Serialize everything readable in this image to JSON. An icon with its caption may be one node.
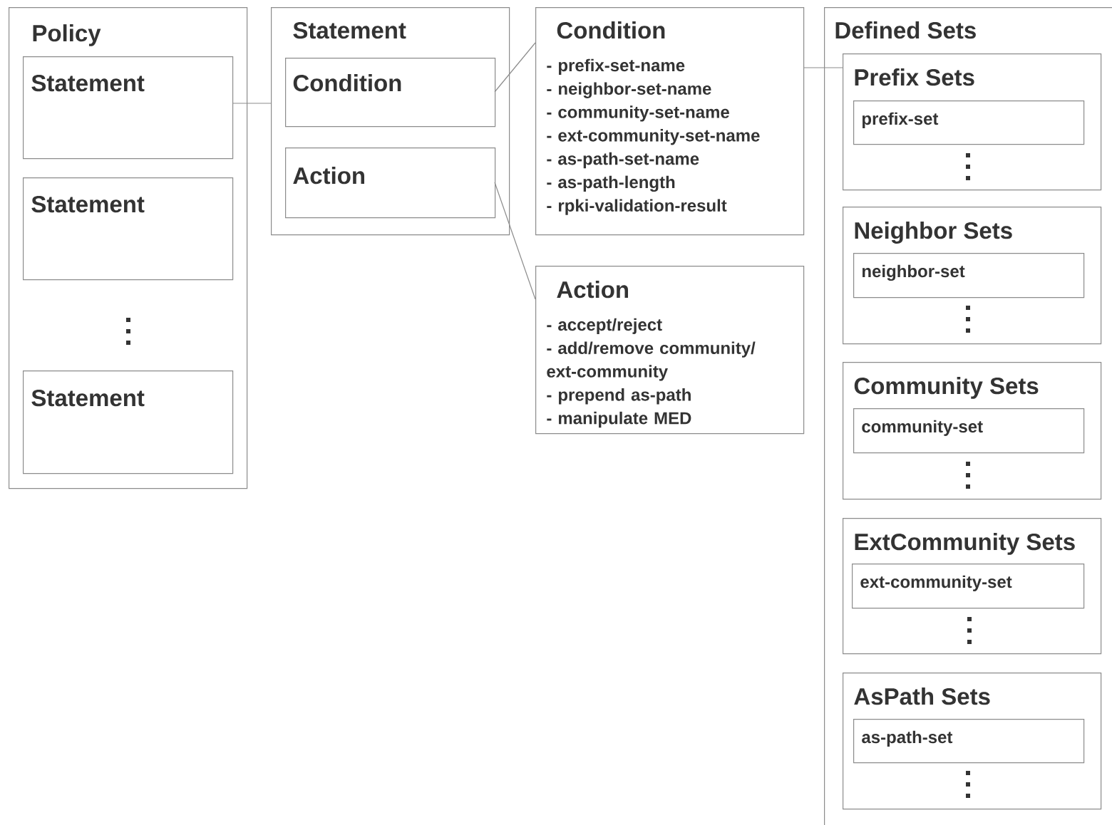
{
  "diagram": {
    "nodes": [
      {
        "text": [
          "Policy"
        ]
      },
      {
        "text": [
          "Statement"
        ],
        "in": 0
      },
      {
        "text": [
          "Statement"
        ],
        "in": 0
      },
      {
        "text": [
          "Statement"
        ],
        "in": 0
      },
      {
        "text": [
          "Statement"
        ]
      },
      {
        "text": [
          "Condition"
        ],
        "in": 4
      },
      {
        "text": [
          "Action"
        ],
        "in": 4
      },
      {
        "text": [
          "Condition",
          "- prefix-set-name",
          "- neighbor-set-name",
          "- community-set-name",
          "- ext-community-set-name",
          "- as-path-set-name",
          "- as-path-length",
          "- rpki-validation-result"
        ]
      },
      {
        "text": [
          "Action",
          "- accept/reject",
          "- add/remove community/ ext-community",
          "- prepend as-path",
          "- manipulate MED"
        ]
      },
      {
        "text": [
          "Defined Sets"
        ]
      },
      {
        "text": [
          "Prefix Sets"
        ],
        "in": 9
      },
      {
        "text": [
          "prefix-set"
        ],
        "in": 10
      },
      {
        "text": [
          "Neighbor Sets"
        ],
        "in": 9
      },
      {
        "text": [
          "neighbor-set"
        ],
        "in": 12
      },
      {
        "text": [
          "Community Sets"
        ],
        "in": 9
      },
      {
        "text": [
          "community-set"
        ],
        "in": 14
      },
      {
        "text": [
          "ExtCommunity Sets"
        ],
        "in": 9
      },
      {
        "text": [
          "ext-community-set"
        ],
        "in": 16
      },
      {
        "text": [
          "AsPath Sets"
        ],
        "in": 9
      },
      {
        "text": [
          "as-path-set"
        ],
        "in": 18
      }
    ],
    "edges": [
      {
        "from": 1,
        "to": 4,
        "arrow": "none"
      },
      {
        "from": 5,
        "to": 7,
        "arrow": "none"
      },
      {
        "from": 6,
        "to": 8,
        "arrow": "none"
      },
      {
        "from": 7,
        "to": 10,
        "arrow": "none"
      }
    ]
  }
}
